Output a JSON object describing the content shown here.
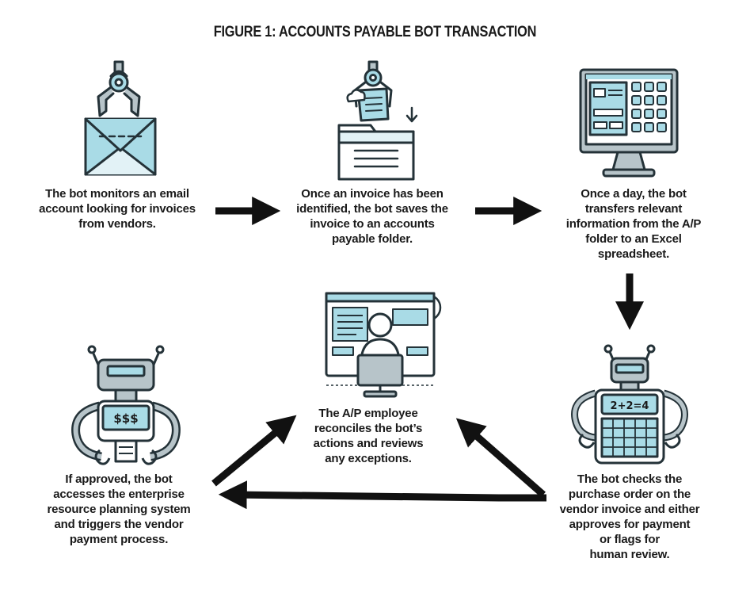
{
  "title": "FIGURE 1: ACCOUNTS PAYABLE BOT TRANSACTION",
  "steps": [
    {
      "lines": [
        "The bot monitors an email",
        "account looking for invoices",
        "from vendors."
      ],
      "icon": "robot-claw-email-icon"
    },
    {
      "lines": [
        "Once an invoice has been",
        "identified, the bot saves the",
        "invoice to an accounts",
        "payable folder."
      ],
      "icon": "robot-claw-folder-icon"
    },
    {
      "lines": [
        "Once a day, the bot",
        "transfers relevant",
        "information from the A/P",
        "folder to an Excel",
        "spreadsheet."
      ],
      "icon": "monitor-spreadsheet-icon"
    },
    {
      "lines": [
        "The bot checks the",
        "purchase order on the",
        "vendor invoice and either",
        "approves for payment",
        "or flags for",
        "human review."
      ],
      "icon": "robot-calculator-icon",
      "screen": "2+2=4"
    },
    {
      "lines": [
        "The A/P employee",
        "reconciles the bot’s",
        "actions and reviews",
        "any exceptions."
      ],
      "icon": "employee-computer-icon"
    },
    {
      "lines": [
        "If approved, the bot",
        "accesses the enterprise",
        "resource planning system",
        "and triggers the vendor",
        "payment process."
      ],
      "icon": "robot-payment-icon",
      "screen": "$$$"
    }
  ],
  "colors": {
    "accent": "#a9dbe6",
    "outline": "#243238",
    "body": "#b7c4c9",
    "arrow": "#111111"
  }
}
